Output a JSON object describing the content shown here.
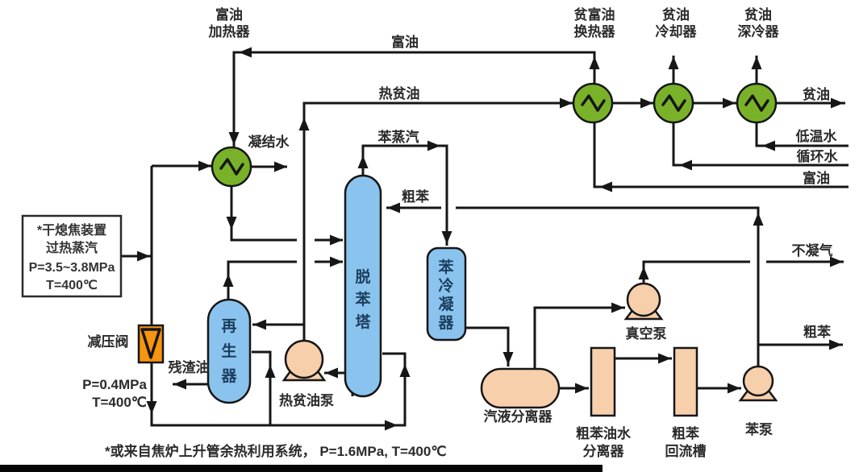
{
  "diagram": {
    "equipment": {
      "rich_oil_heater": {
        "name_l1": "富油",
        "name_l2": "加热器"
      },
      "lean_rich_oil_exchanger": {
        "name_l1": "贫富油",
        "name_l2": "换热器"
      },
      "lean_oil_cooler": {
        "name_l1": "贫油",
        "name_l2": "冷却器"
      },
      "lean_oil_deep_cooler": {
        "name_l1": "贫油",
        "name_l2": "深冷器"
      },
      "regenerator": {
        "chars": [
          "再",
          "生",
          "器"
        ]
      },
      "debenzene_tower": {
        "chars": [
          "脱",
          "苯",
          "塔"
        ]
      },
      "benzene_condenser": {
        "chars": [
          "苯",
          "冷",
          "凝",
          "器"
        ]
      },
      "hot_lean_oil_pump": {
        "name": "热贫油泵"
      },
      "vapor_liquid_separator": {
        "name": "汽液分离器"
      },
      "crude_benzene_oil_water_separator": {
        "name_l1": "粗苯油水",
        "name_l2": "分离器"
      },
      "crude_benzene_reflux_tank": {
        "name_l1": "粗苯",
        "name_l2": "回流槽"
      },
      "benzene_pump": {
        "name": "苯泵"
      },
      "vacuum_pump": {
        "name": "真空泵"
      },
      "pressure_reducing_valve": {
        "name": "减压阀"
      }
    },
    "streams": {
      "rich_oil_top": "富油",
      "hot_lean_oil": "热贫油",
      "condensate": "凝结水",
      "benzene_vapor": "苯蒸汽",
      "crude_benzene_reflux": "粗苯",
      "lean_oil": "贫油",
      "low_temp_water": "低温水",
      "circulating_water": "循环水",
      "rich_oil_return": "富油",
      "non_condensable_gas": "不凝气",
      "crude_benzene_product": "粗苯",
      "residual_oil": "残渣油"
    },
    "annotations": {
      "steam_box_l1": "*干熄焦装置",
      "steam_box_l2": "过热蒸汽",
      "steam_box_l3": "P=3.5~3.8MPa",
      "steam_box_l4": "T=400℃",
      "valve_pressure": "P=0.4MPa",
      "valve_temperature": "T=400℃",
      "footnote": "*或来自焦炉上升管余热利用系统， P=1.6MPa, T=400℃"
    },
    "colors": {
      "exchanger_green": "#79b229",
      "vessel_blue": "#8ac4ee",
      "equipment_peach": "#f7cfab",
      "valve_orange": "#f79410",
      "line": "#161616"
    }
  }
}
